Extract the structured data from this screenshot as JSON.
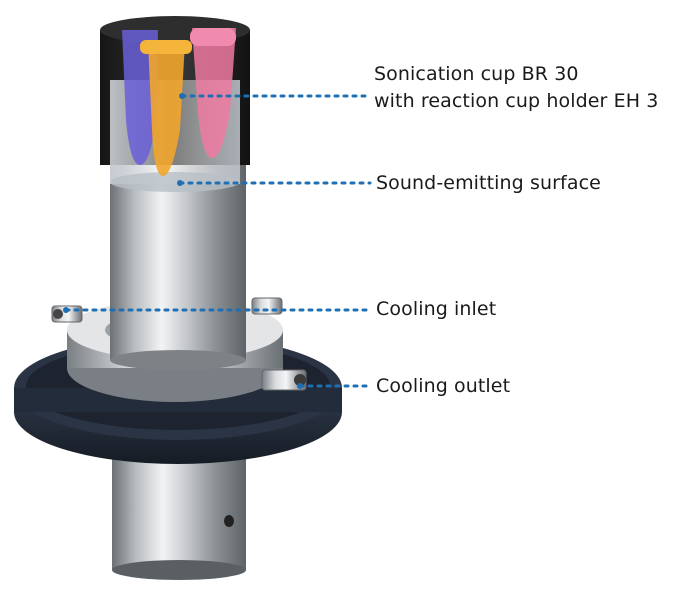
{
  "colors": {
    "leader_line": "#1f6fb5",
    "text": "#1a1a1a",
    "ring_dark": "#222b38",
    "steel_light": "#e6e8ea",
    "steel_dark": "#6c7177",
    "tube_blue": "#6a5fd8",
    "tube_orange": "#f2a52c",
    "tube_pink": "#ee7aa2"
  },
  "labels": {
    "cup": {
      "line1": "Sonication cup BR 30",
      "line2": "with reaction cup holder EH 3"
    },
    "surface": "Sound-emitting surface",
    "inlet": "Cooling inlet",
    "outlet": "Cooling outlet"
  }
}
